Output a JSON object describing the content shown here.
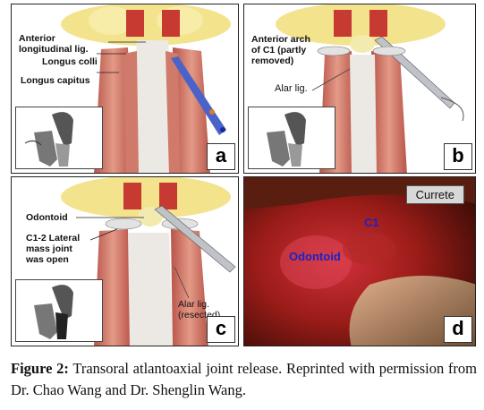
{
  "panels": {
    "a": {
      "letter": "a",
      "labels": [
        "Anterior longitudinal lig.",
        "Longus colli",
        "Longus capitus"
      ],
      "label_lines": {
        "anterior_line1": "Anterior",
        "anterior_line2": "longitudinal lig."
      }
    },
    "b": {
      "letter": "b",
      "labels": {
        "arch_line1": "Anterior arch",
        "arch_line2": "of C1 (partly",
        "arch_line3": "removed)",
        "alar": "Alar lig."
      }
    },
    "c": {
      "letter": "c",
      "labels": {
        "odontoid": "Odontoid",
        "joint_line1": "C1-2 Lateral",
        "joint_line2": "mass joint",
        "joint_line3": "was open",
        "alar_line1": "Alar lig.",
        "alar_line2": "(resected)"
      }
    },
    "d": {
      "letter": "d",
      "labels": {
        "currete": "Currete",
        "c1": "C1",
        "odontoid": "Odontoid"
      }
    }
  },
  "caption": {
    "head": "Figure 2:",
    "text": " Transoral atlantoaxial joint release. Reprinted with permission from Dr. Chao Wang and Dr. Shenglin Wang."
  },
  "colors": {
    "bone": "#f0e08a",
    "muscle": "#c8685a",
    "ligament": "#e6e2de",
    "tissue_dark": "#7a1a10",
    "annotation_blue": "#1a22c8"
  }
}
